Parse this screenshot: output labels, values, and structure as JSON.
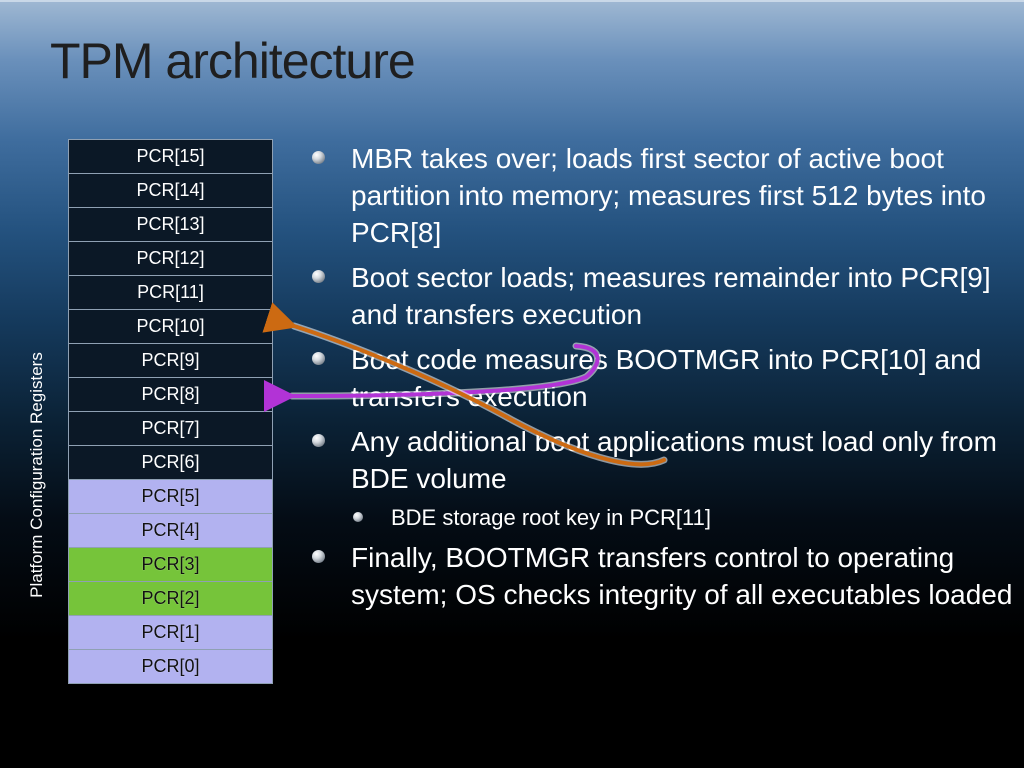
{
  "slide": {
    "title": "TPM architecture",
    "side_label": "Platform Configuration Registers"
  },
  "pcr": [
    {
      "label": "PCR[15]",
      "fill": "dark"
    },
    {
      "label": "PCR[14]",
      "fill": "dark"
    },
    {
      "label": "PCR[13]",
      "fill": "dark"
    },
    {
      "label": "PCR[12]",
      "fill": "dark"
    },
    {
      "label": "PCR[11]",
      "fill": "dark"
    },
    {
      "label": "PCR[10]",
      "fill": "dark"
    },
    {
      "label": "PCR[9]",
      "fill": "dark"
    },
    {
      "label": "PCR[8]",
      "fill": "dark"
    },
    {
      "label": "PCR[7]",
      "fill": "dark"
    },
    {
      "label": "PCR[6]",
      "fill": "dark"
    },
    {
      "label": "PCR[5]",
      "fill": "lilac"
    },
    {
      "label": "PCR[4]",
      "fill": "lilac"
    },
    {
      "label": "PCR[3]",
      "fill": "green"
    },
    {
      "label": "PCR[2]",
      "fill": "green"
    },
    {
      "label": "PCR[1]",
      "fill": "lilac"
    },
    {
      "label": "PCR[0]",
      "fill": "lilac"
    }
  ],
  "bullets": [
    {
      "text": "MBR takes over; loads first sector of active boot partition into memory; measures first 512 bytes into PCR[8]"
    },
    {
      "text": "Boot sector loads; measures remainder into PCR[9] and transfers execution"
    },
    {
      "text": "Boot code measures BOOTMGR into PCR[10] and transfers execution"
    },
    {
      "text": "Any additional boot applications must load only from BDE volume"
    },
    {
      "text": "BDE storage root key in PCR[11]",
      "level": 2
    },
    {
      "text": "Finally, BOOTMGR transfers control to operating system; OS checks integrity of all executables loaded"
    }
  ],
  "colors": {
    "lilac": "#b2b2f0",
    "green": "#76c43a",
    "dark": "#0b1826",
    "arrow_purple": "#b233d6",
    "arrow_orange": "#cc6a12"
  },
  "arrows": [
    {
      "name": "purple-arrow",
      "from": "bullet-3",
      "to": "PCR[8]",
      "color": "arrow_purple"
    },
    {
      "name": "orange-arrow",
      "from": "bullet-4",
      "to": "PCR[10]",
      "color": "arrow_orange"
    }
  ]
}
